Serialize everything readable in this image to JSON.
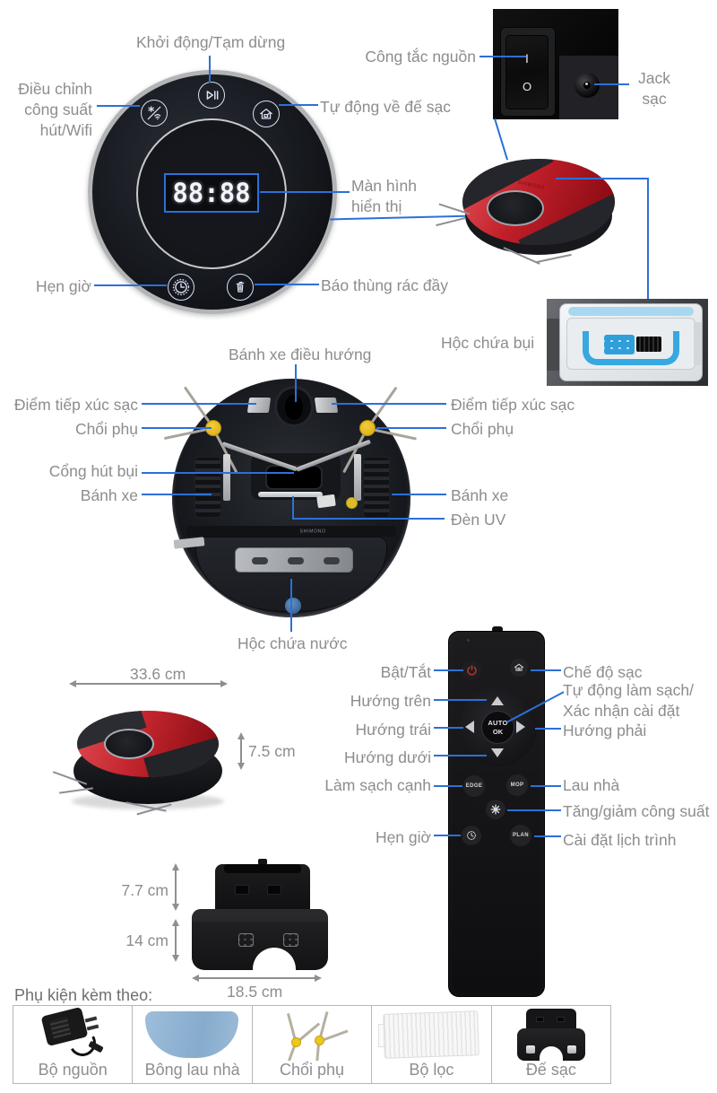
{
  "colors": {
    "annotation_line": "#2c70d8",
    "label_gray": "#8d8d8d",
    "robot_red": "#c2242c",
    "brush_yellow": "#e9c01f"
  },
  "panel": {
    "display_value": "88:88",
    "label_start_pause": "Khởi động/Tạm dừng",
    "label_power_wifi": [
      "Điều chỉnh",
      "công suất",
      "hút/Wifi"
    ],
    "label_dock_return": "Tự động về đế sạc",
    "label_display": [
      "Màn hình",
      "hiển thị"
    ],
    "label_timer": "Hẹn giờ",
    "label_dustbin_full": "Báo thùng rác đầy"
  },
  "top_right": {
    "label_power_switch": "Công tắc nguồn",
    "label_jack": [
      "Jack",
      "sạc"
    ],
    "switch_on": "I",
    "switch_off": "O",
    "label_dust_container": "Hộc chứa bụi"
  },
  "robot": {
    "brand": "SHIMONO"
  },
  "bottom_view": {
    "label_steering_wheel": "Bánh xe điều hướng",
    "left": [
      "Điểm tiếp xúc sạc",
      "Chổi phụ",
      "Cổng hút bụi",
      "Bánh xe"
    ],
    "right": [
      "Điểm tiếp xúc sạc",
      "Chổi phụ",
      "Bánh xe",
      "Đèn UV"
    ],
    "label_water_tank": "Hộc chứa nước"
  },
  "dimensions": {
    "robot_width": "33.6 cm",
    "robot_height": "7.5 cm",
    "dock_top_height": "7.7 cm",
    "dock_base_height": "14 cm",
    "dock_width": "18.5 cm"
  },
  "remote": {
    "center_top": "AUTO",
    "center_bottom": "OK",
    "btn_edge": "EDGE",
    "btn_mop": "MOP",
    "btn_plan": "PLAN",
    "left": [
      "Bật/Tắt",
      "Hướng trên",
      "Hướng trái",
      "Hướng dưới",
      "Làm sạch cạnh",
      "Hẹn giờ"
    ],
    "right_charge": "Chế độ sạc",
    "right_auto": [
      "Tự động làm sạch/",
      "Xác nhận cài đặt"
    ],
    "right_dir": "Hướng phải",
    "right_mop": "Lau nhà",
    "right_fan": "Tăng/giảm công suất",
    "right_plan": "Cài đặt lịch trình"
  },
  "accessories": {
    "heading": "Phụ kiện kèm theo:",
    "items": [
      "Bộ nguồn",
      "Bông lau nhà",
      "Chổi phụ",
      "Bộ lọc",
      "Đế sạc"
    ]
  }
}
